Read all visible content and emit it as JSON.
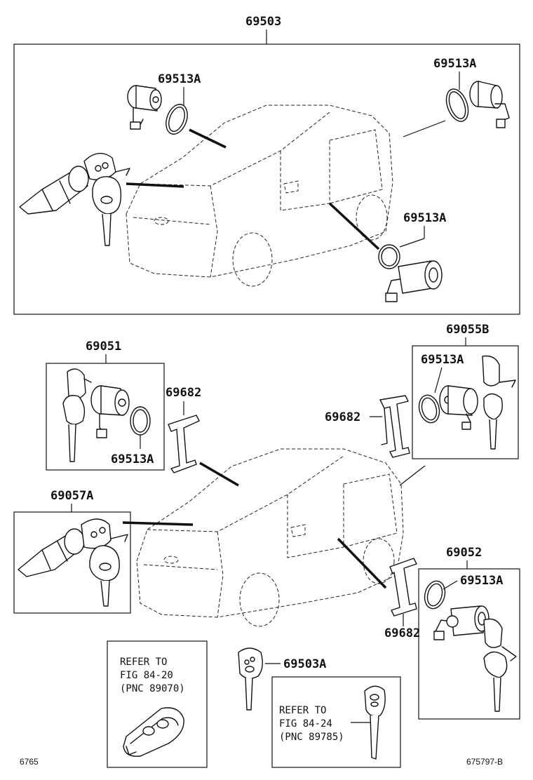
{
  "labels": {
    "top_assembly": "69503",
    "cyl_label_top_left": "69513A",
    "cyl_label_top_right": "69513A",
    "cyl_label_top_door": "69513A",
    "set_69051": "69051",
    "set_69051_cyl": "69513A",
    "set_69055b": "69055B",
    "set_69055b_cyl": "69513A",
    "clip_left": "69682",
    "clip_right": "69682",
    "clip_bottom": "69682",
    "set_69057a": "69057A",
    "set_69052": "69052",
    "set_69052_cyl": "69513A",
    "key_blank": "69503A"
  },
  "notes": {
    "refer_left": {
      "line1": "REFER TO",
      "line2": "FIG 84-20",
      "line3": "(PNC 89070)"
    },
    "refer_right": {
      "line1": "REFER TO",
      "line2": "FIG 84-24",
      "line3": "(PNC 89785)"
    }
  },
  "footer": {
    "left_code": "6765",
    "right_code": "675797-B"
  },
  "icons": [
    "key-icon",
    "lock-cylinder-icon",
    "retaining-ring-icon",
    "clip-icon",
    "remote-transmitter-icon",
    "vehicle-outline-icon"
  ]
}
